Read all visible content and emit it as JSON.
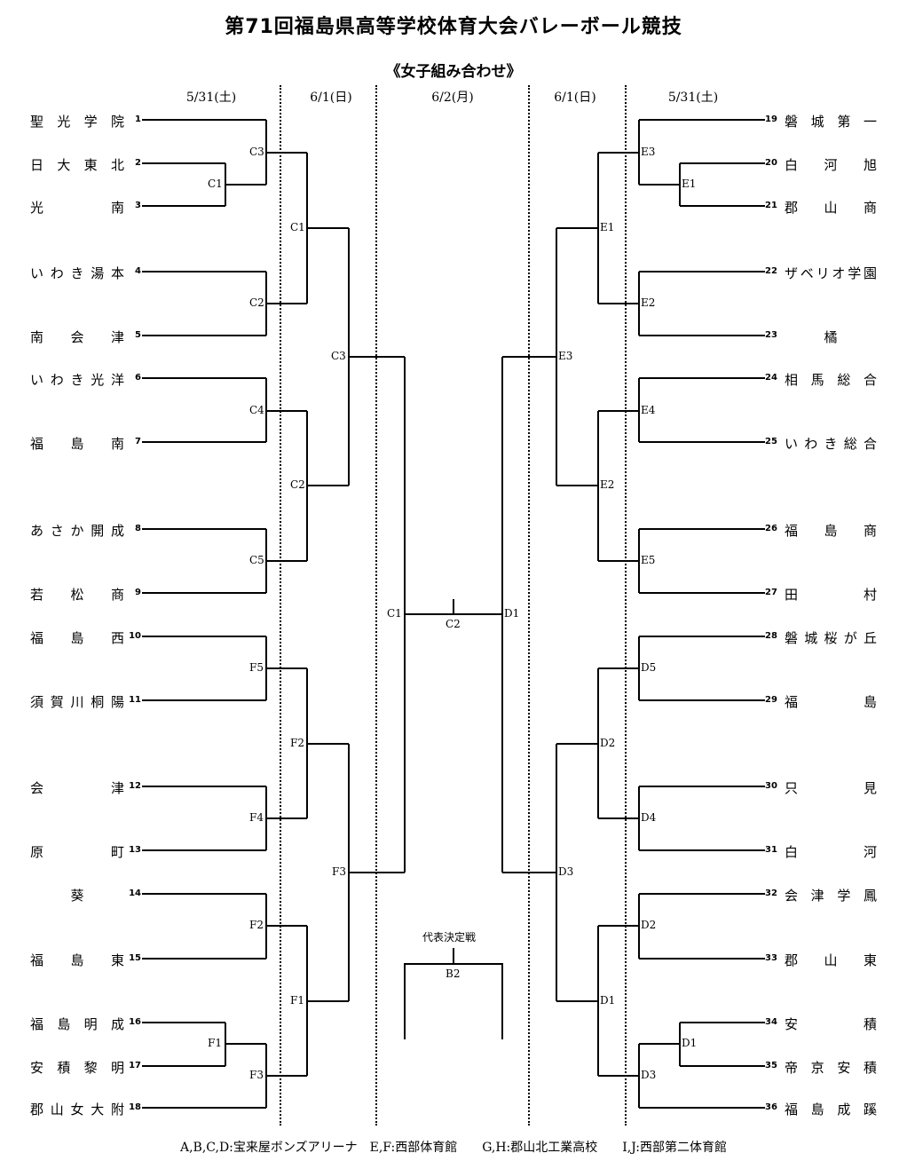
{
  "title": "第71回福島県高等学校体育大会バレーボール競技",
  "subtitle": "《女子組み合わせ》",
  "days": [
    "5/31(土)",
    "6/1(日)",
    "6/2(月)",
    "6/1(日)",
    "5/31(土)"
  ],
  "left_teams": [
    {
      "num": "1",
      "name": "聖光学院"
    },
    {
      "num": "2",
      "name": "日大東北"
    },
    {
      "num": "3",
      "name": "光南"
    },
    {
      "num": "4",
      "name": "いわき湯本"
    },
    {
      "num": "5",
      "name": "南会津"
    },
    {
      "num": "6",
      "name": "いわき光洋"
    },
    {
      "num": "7",
      "name": "福島南"
    },
    {
      "num": "8",
      "name": "あさか開成"
    },
    {
      "num": "9",
      "name": "若松商"
    },
    {
      "num": "10",
      "name": "福島西"
    },
    {
      "num": "11",
      "name": "須賀川桐陽"
    },
    {
      "num": "12",
      "name": "会津"
    },
    {
      "num": "13",
      "name": "原町"
    },
    {
      "num": "14",
      "name": "葵"
    },
    {
      "num": "15",
      "name": "福島東"
    },
    {
      "num": "16",
      "name": "福島明成"
    },
    {
      "num": "17",
      "name": "安積黎明"
    },
    {
      "num": "18",
      "name": "郡山女大附"
    }
  ],
  "right_teams": [
    {
      "num": "19",
      "name": "磐城第一"
    },
    {
      "num": "20",
      "name": "白河旭"
    },
    {
      "num": "21",
      "name": "郡山商"
    },
    {
      "num": "22",
      "name": "ザベリオ学園"
    },
    {
      "num": "23",
      "name": "橘"
    },
    {
      "num": "24",
      "name": "相馬総合"
    },
    {
      "num": "25",
      "name": "いわき総合"
    },
    {
      "num": "26",
      "name": "福島商"
    },
    {
      "num": "27",
      "name": "田村"
    },
    {
      "num": "28",
      "name": "磐城桜が丘"
    },
    {
      "num": "29",
      "name": "福島"
    },
    {
      "num": "30",
      "name": "只見"
    },
    {
      "num": "31",
      "name": "白河"
    },
    {
      "num": "32",
      "name": "会津学鳳"
    },
    {
      "num": "33",
      "name": "郡山東"
    },
    {
      "num": "34",
      "name": "安積"
    },
    {
      "num": "35",
      "name": "帝京安積"
    },
    {
      "num": "36",
      "name": "福島成蹊"
    }
  ],
  "match_labels": {
    "l_c3a": "C3",
    "l_c1a": "C1",
    "l_c2a": "C2",
    "l_c4a": "C4",
    "l_c5a": "C5",
    "l_f5a": "F5",
    "l_f4a": "F4",
    "l_f2a": "F2",
    "l_f1a": "F1",
    "l_f3a": "F3",
    "l_c1b": "C1",
    "l_c2b": "C2",
    "l_f2b": "F2",
    "l_f1b": "F1",
    "l_c3c": "C3",
    "l_f3c": "F3",
    "l_c1d": "C1",
    "final": "C2",
    "r_e3a": "E3",
    "r_e1a": "E1",
    "r_e2a": "E2",
    "r_e4a": "E4",
    "r_e5a": "E5",
    "r_d5a": "D5",
    "r_d4a": "D4",
    "r_d2a": "D2",
    "r_d1a": "D1",
    "r_d3a": "D3",
    "r_e1b": "E1",
    "r_e2b": "E2",
    "r_d2b": "D2",
    "r_d1b": "D1",
    "r_e3c": "E3",
    "r_d3c": "D3",
    "r_d1d": "D1",
    "rep_caption": "代表決定戦",
    "rep": "B2"
  },
  "footer": "A,B,C,D:宝来屋ボンズアリーナ　E,F:西部体育館　　G,H:郡山北工業高校　　I,J:西部第二体育館"
}
